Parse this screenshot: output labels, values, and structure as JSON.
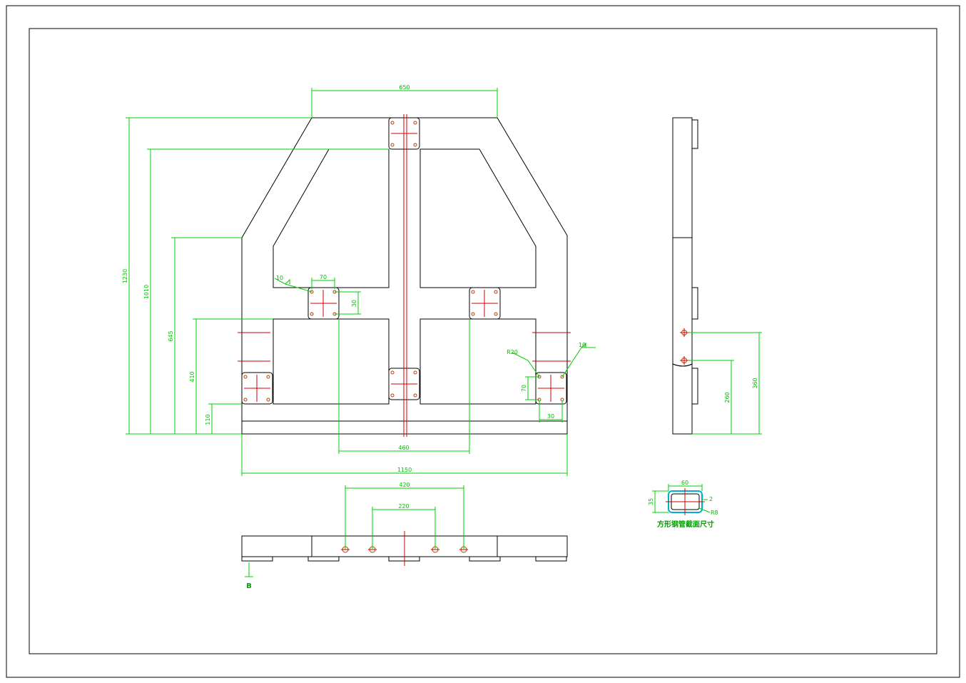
{
  "colors": {
    "outline": "#000000",
    "dimension": "#00d000",
    "centerline": "#d00000",
    "section": "#00b0d0",
    "hole": "#b04000"
  },
  "front_view": {
    "dim_top_width": "650",
    "dim_total_height": "1230",
    "dim_inner_height": "1010",
    "dim_side_height": "645",
    "dim_lower_height": "410",
    "dim_plate_height": "110",
    "dim_plate_width": "70",
    "dim_plate_offset": "30",
    "dim_weld_left": "10",
    "dim_weld_right": "10",
    "dim_radius": "R20",
    "dim_small_v": "70",
    "dim_small_h": "30",
    "dim_center_span": "460",
    "dim_total_width": "1150"
  },
  "side_view": {
    "dim_hole_upper": "360",
    "dim_hole_lower": "260"
  },
  "bottom_view": {
    "dim_outer_holes": "420",
    "dim_inner_holes": "220",
    "section_marker": "B"
  },
  "tube_section": {
    "caption": "方形钢管截面尺寸",
    "dim_width": "60",
    "dim_height": "35",
    "dim_wall": "2",
    "dim_corner": "R8"
  }
}
